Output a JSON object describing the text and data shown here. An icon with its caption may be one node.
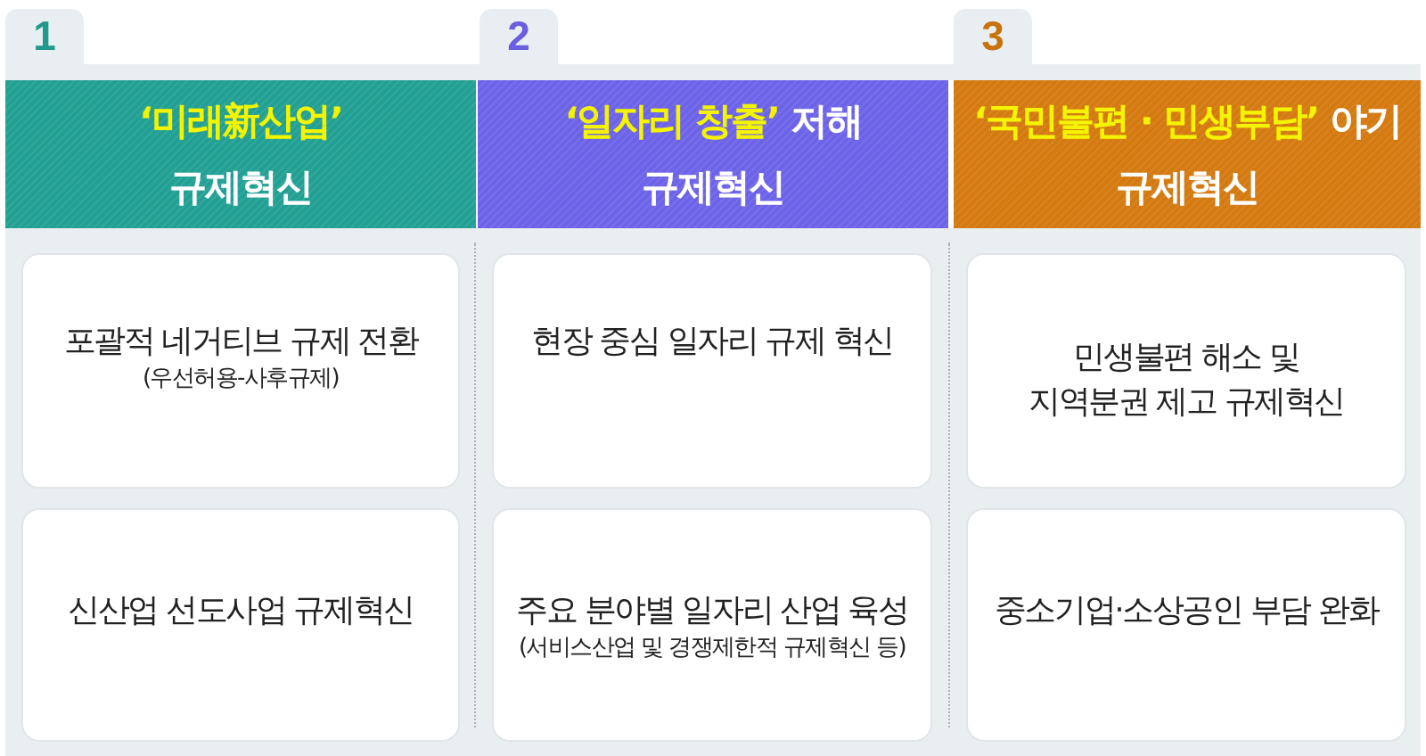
{
  "diagram": {
    "nodes": [
      {
        "text": [
          "1"
        ]
      },
      {
        "text": [
          "2"
        ]
      },
      {
        "text": [
          "3"
        ]
      },
      {
        "text": [
          "**‘미래新산업’** 규제혁신"
        ]
      },
      {
        "text": [
          "**‘일자리 창출’** 저해 규제혁신"
        ]
      },
      {
        "text": [
          "**‘국민불편 · 민생부담’** 야기 규제혁신"
        ]
      },
      {
        "text": [
          "포괄적 네거티브 규제 전환",
          "(우선허용-사후규제)"
        ]
      },
      {
        "text": [
          "현장 중심 일자리 규제 혁신"
        ]
      },
      {
        "text": [
          "민생불편 해소 및 지역분권 제고 규제혁신"
        ]
      },
      {
        "text": [
          "신산업 선도사업 규제혁신"
        ]
      },
      {
        "text": [
          "주요 분야별 일자리 산업 육성",
          "(서비스산업 및 경쟁제한적 규제혁신 등)"
        ]
      },
      {
        "text": [
          "중소기업·소상공인 부담 완화"
        ]
      }
    ]
  }
}
